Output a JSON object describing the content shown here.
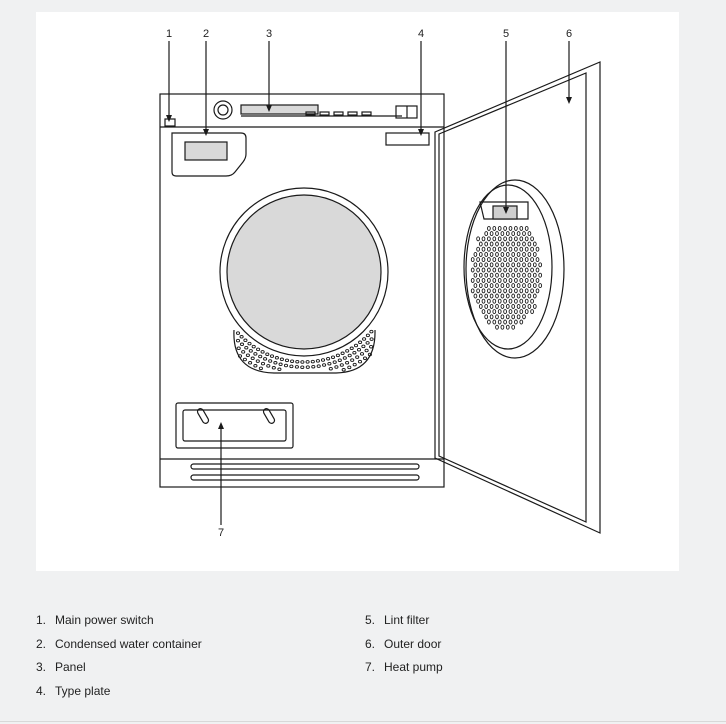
{
  "callouts": [
    {
      "num": "1",
      "label": "Main power switch"
    },
    {
      "num": "2",
      "label": "Condensed water container"
    },
    {
      "num": "3",
      "label": "Panel"
    },
    {
      "num": "4",
      "label": "Type plate"
    },
    {
      "num": "5",
      "label": "Lint filter"
    },
    {
      "num": "6",
      "label": "Outer door"
    },
    {
      "num": "7",
      "label": "Heat pump"
    }
  ],
  "legend_numbers": [
    "1.",
    "2.",
    "3.",
    "4.",
    "5.",
    "6.",
    "7."
  ]
}
